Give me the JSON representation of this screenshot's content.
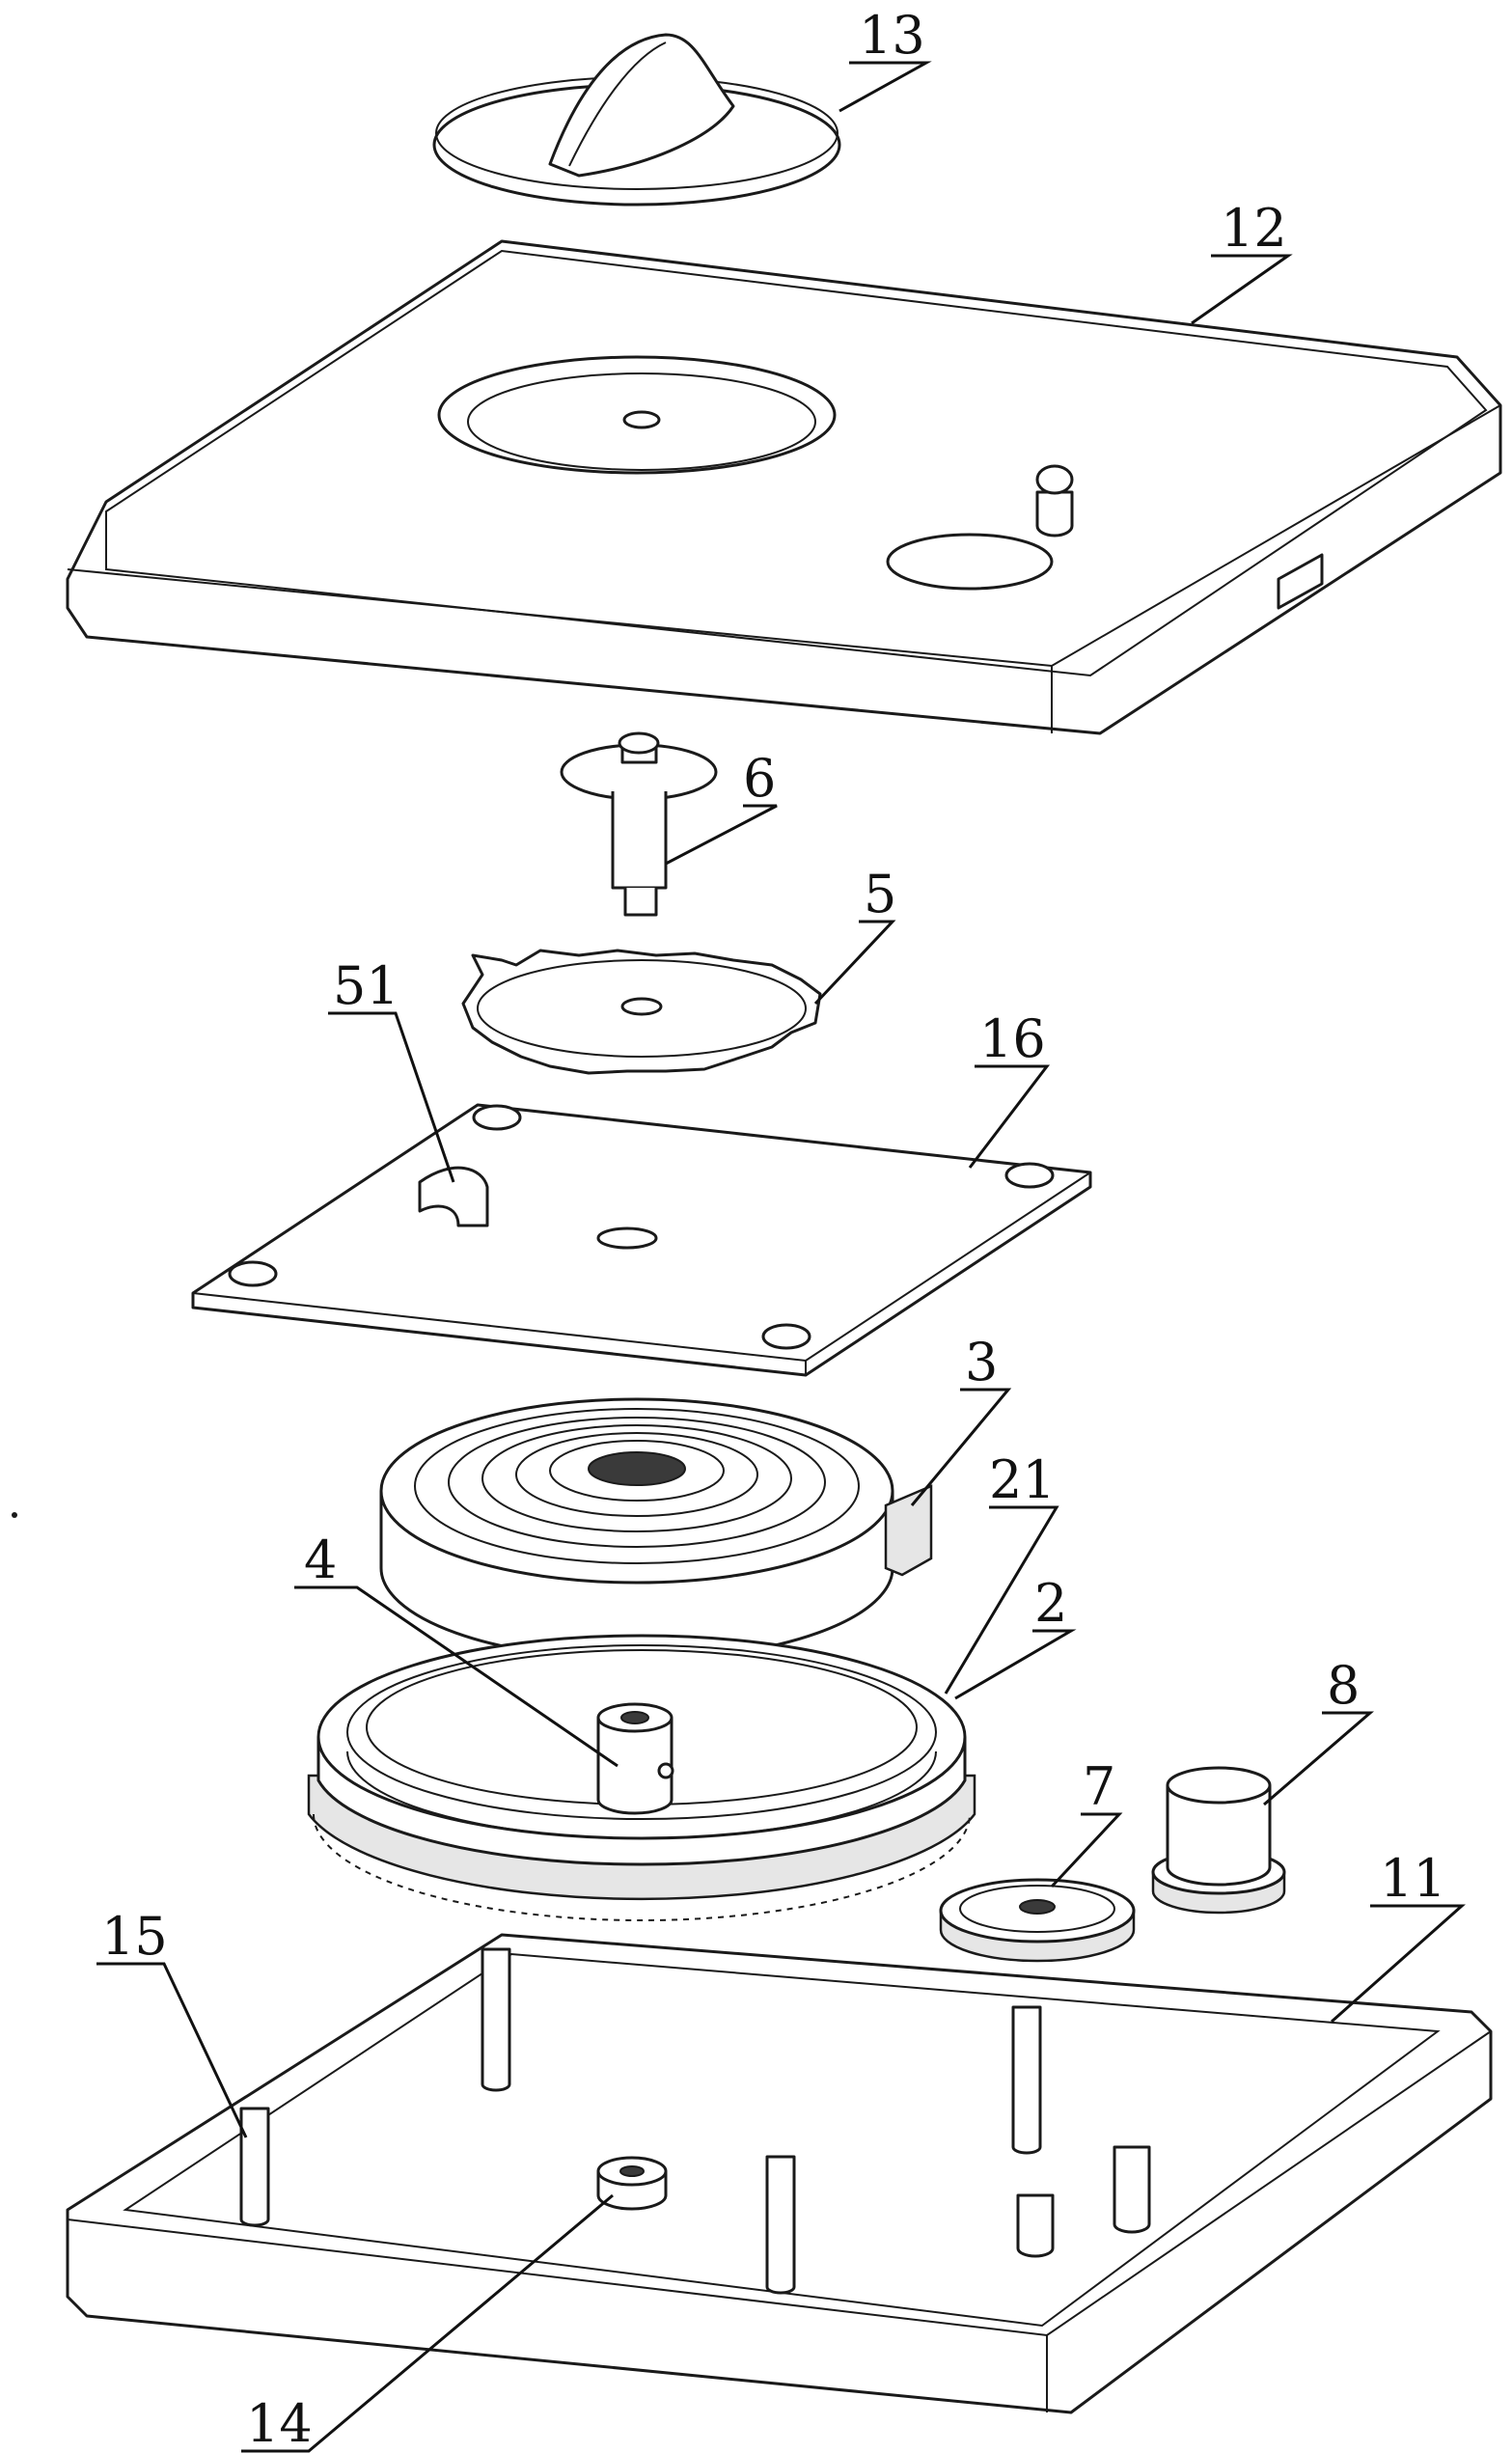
{
  "colors": {
    "line": "#1a1a1a",
    "fill": "#ffffff",
    "shade": "#e6e6e6",
    "background": "#ffffff"
  },
  "callouts": [
    {
      "id": "13",
      "label": "13"
    },
    {
      "id": "12",
      "label": "12"
    },
    {
      "id": "6",
      "label": "6"
    },
    {
      "id": "5",
      "label": "5"
    },
    {
      "id": "51",
      "label": "51"
    },
    {
      "id": "16",
      "label": "16"
    },
    {
      "id": "3",
      "label": "3"
    },
    {
      "id": "21",
      "label": "21"
    },
    {
      "id": "4",
      "label": "4"
    },
    {
      "id": "2",
      "label": "2"
    },
    {
      "id": "8",
      "label": "8"
    },
    {
      "id": "7",
      "label": "7"
    },
    {
      "id": "11",
      "label": "11"
    },
    {
      "id": "15",
      "label": "15"
    },
    {
      "id": "14",
      "label": "14"
    }
  ]
}
